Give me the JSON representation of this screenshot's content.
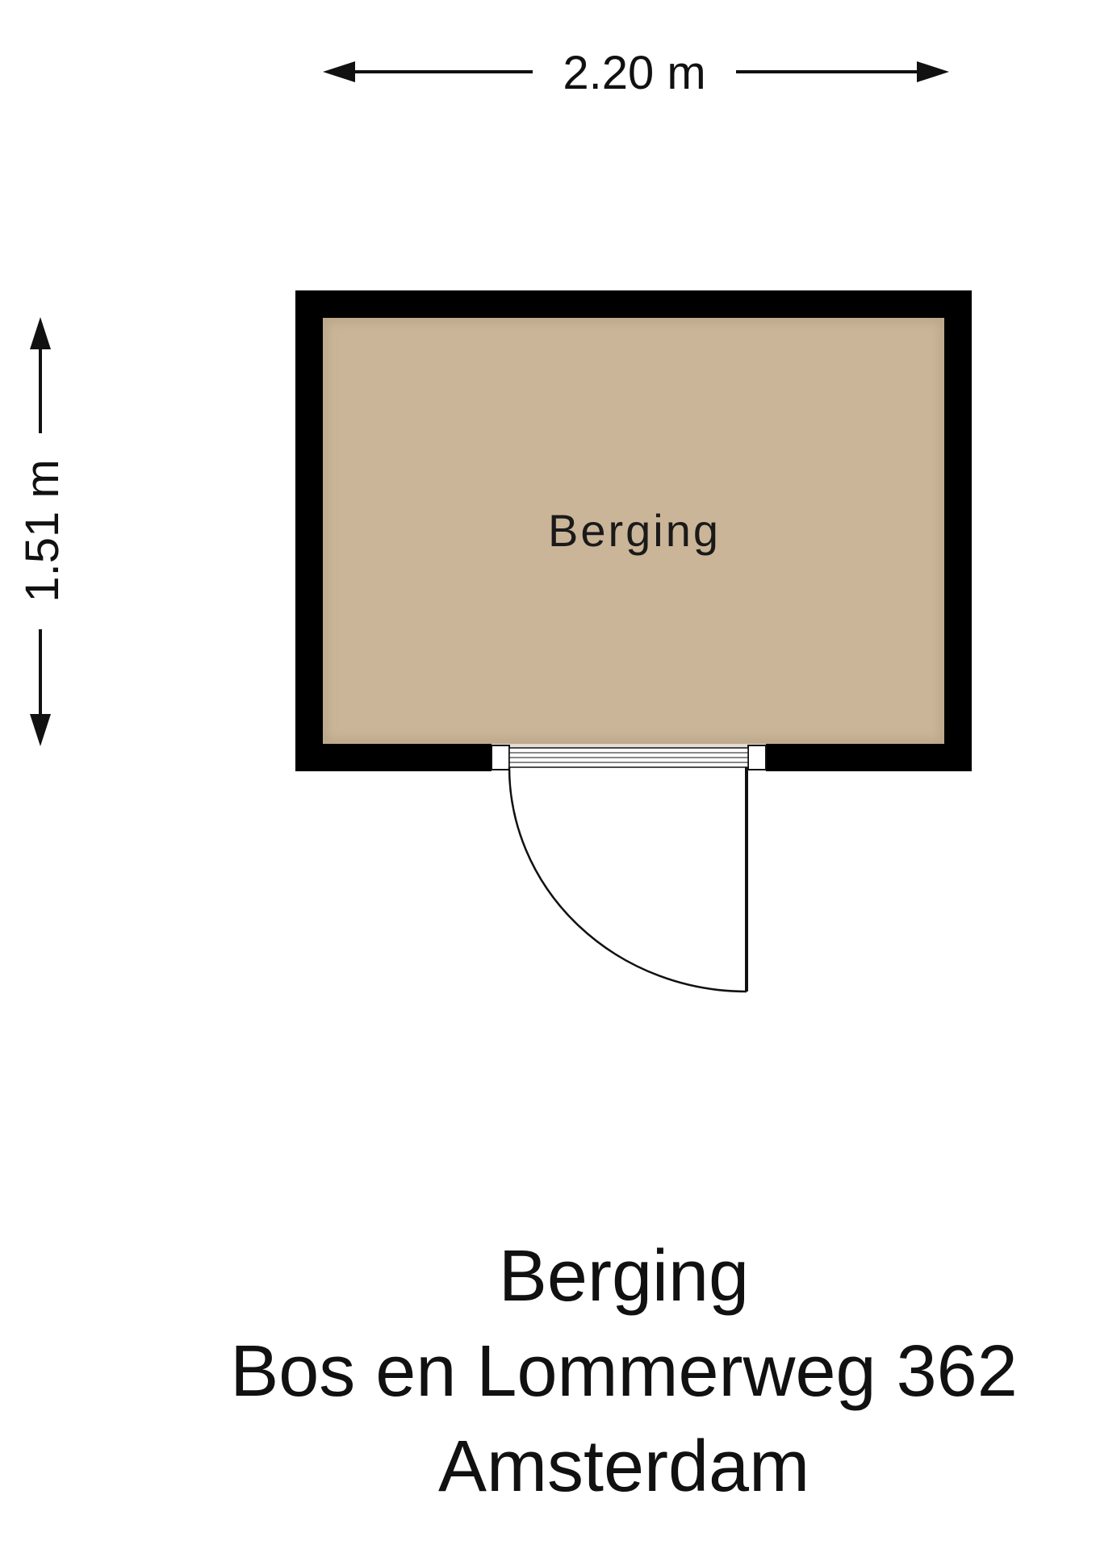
{
  "dimensions": {
    "width_label": "2.20 m",
    "height_label": "1.51 m"
  },
  "room": {
    "label": "Berging",
    "fill_color": "#cbb598",
    "wall_color": "#000000"
  },
  "caption": {
    "title": "Berging",
    "address": "Bos en Lommerweg 362",
    "city": "Amsterdam"
  }
}
